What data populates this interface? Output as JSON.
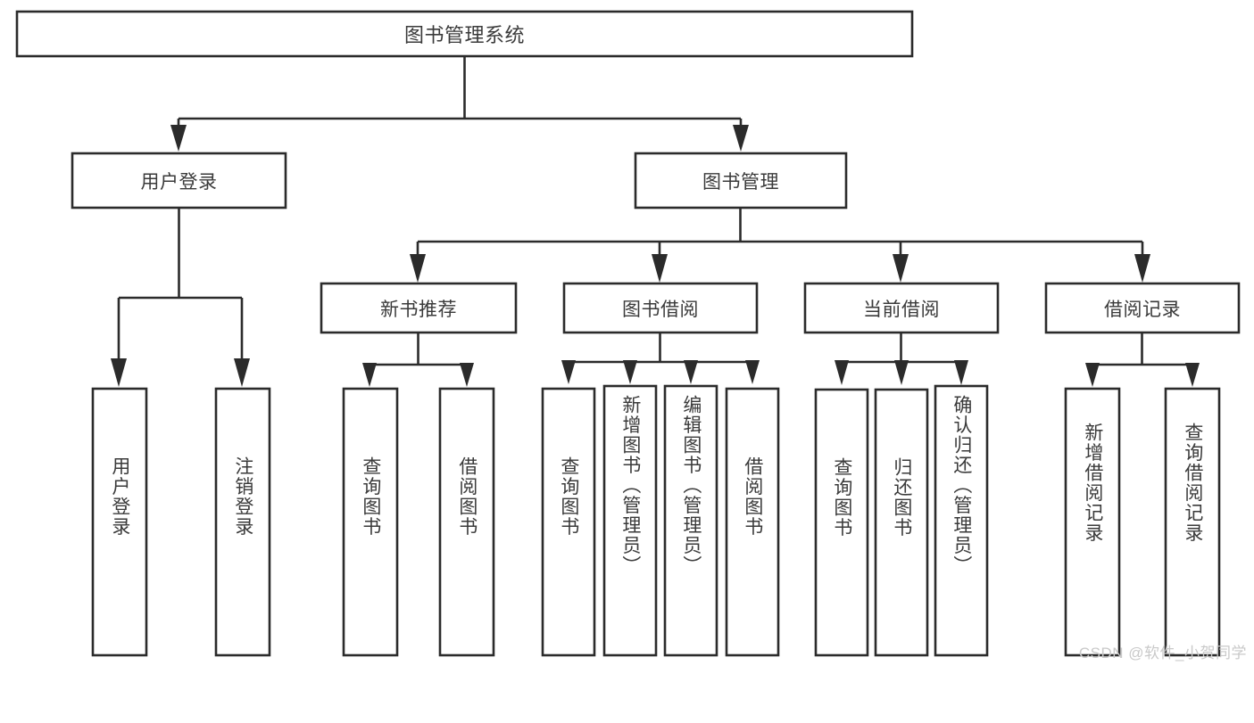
{
  "diagram": {
    "type": "tree",
    "title": "图书管理系统",
    "watermark": "CSDN @软件_小贺同学",
    "colors": {
      "background": "#ffffff",
      "box_fill": "#ffffff",
      "box_stroke": "#2b2b2b",
      "text": "#3a3a3a",
      "watermark": "#c9c9c9"
    },
    "nodes": {
      "root": {
        "label": "图书管理系统",
        "level": 0,
        "orientation": "horizontal"
      },
      "l1": [
        {
          "id": "user-login",
          "label": "用户登录",
          "orientation": "horizontal"
        },
        {
          "id": "book-manage",
          "label": "图书管理",
          "orientation": "horizontal"
        }
      ],
      "l2": [
        {
          "id": "new-book-recommend",
          "label": "新书推荐",
          "orientation": "horizontal",
          "parent": "book-manage"
        },
        {
          "id": "book-borrow",
          "label": "图书借阅",
          "orientation": "horizontal",
          "parent": "book-manage"
        },
        {
          "id": "current-borrow",
          "label": "当前借阅",
          "orientation": "horizontal",
          "parent": "book-manage"
        },
        {
          "id": "borrow-record",
          "label": "借阅记录",
          "orientation": "horizontal",
          "parent": "book-manage"
        }
      ],
      "leaves": [
        {
          "id": "leaf-user-login",
          "label": "用户登录",
          "orientation": "vertical",
          "parent": "user-login"
        },
        {
          "id": "leaf-logout",
          "label": "注销登录",
          "orientation": "vertical",
          "parent": "user-login"
        },
        {
          "id": "leaf-query-book-1",
          "label": "查询图书",
          "orientation": "vertical",
          "parent": "new-book-recommend"
        },
        {
          "id": "leaf-borrow-book-1",
          "label": "借阅图书",
          "orientation": "vertical",
          "parent": "new-book-recommend"
        },
        {
          "id": "leaf-query-book-2",
          "label": "查询图书",
          "orientation": "vertical",
          "parent": "book-borrow"
        },
        {
          "id": "leaf-add-book",
          "label": "新增图书（管理员）",
          "orientation": "vertical",
          "parent": "book-borrow"
        },
        {
          "id": "leaf-edit-book",
          "label": "编辑图书（管理员）",
          "orientation": "vertical",
          "parent": "book-borrow"
        },
        {
          "id": "leaf-borrow-book-2",
          "label": "借阅图书",
          "orientation": "vertical",
          "parent": "book-borrow"
        },
        {
          "id": "leaf-query-book-3",
          "label": "查询图书",
          "orientation": "vertical",
          "parent": "current-borrow"
        },
        {
          "id": "leaf-return-book",
          "label": "归还图书",
          "orientation": "vertical",
          "parent": "current-borrow"
        },
        {
          "id": "leaf-confirm-return",
          "label": "确认归还（管理员）",
          "orientation": "vertical",
          "parent": "current-borrow"
        },
        {
          "id": "leaf-add-record",
          "label": "新增借阅记录",
          "orientation": "vertical",
          "parent": "borrow-record"
        },
        {
          "id": "leaf-query-record",
          "label": "查询借阅记录",
          "orientation": "vertical",
          "parent": "borrow-record"
        }
      ]
    }
  }
}
